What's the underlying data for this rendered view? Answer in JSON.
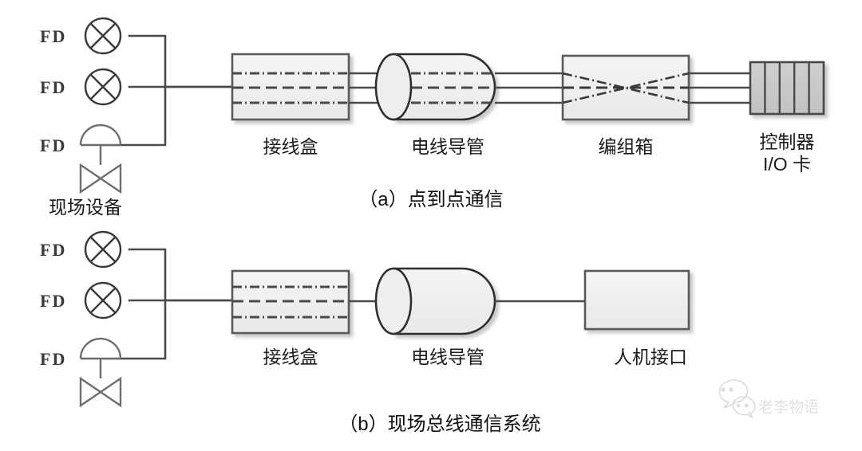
{
  "figure": {
    "background": "#ffffff",
    "line_color": "#4a4a4a",
    "box_fill": "#efefef",
    "box_stroke": "#5a5a5a",
    "iocard_fill": "#c9c9c9",
    "shadow_color": "#bfbfbf",
    "symbol_color": "#3a3a3a"
  },
  "panel_a": {
    "caption": "（a）点到点通信",
    "group_label": "现场设备",
    "devices": [
      {
        "tag": "FD",
        "symbol": "transmitter-circle-x-icon"
      },
      {
        "tag": "FD",
        "symbol": "transmitter-circle-x-icon"
      },
      {
        "tag": "FD",
        "symbol": "control-valve-icon"
      }
    ],
    "nodes": [
      {
        "name": "junction-box",
        "label": "接线盒",
        "style": "rect-3-signal-lines"
      },
      {
        "name": "conduit",
        "label": "电线导管",
        "style": "cylinder-3-signal-lines"
      },
      {
        "name": "marshalling-cabinet",
        "label": "编组箱",
        "style": "rect-crossed-lines"
      },
      {
        "name": "controller-io-card",
        "label_line1": "控制器",
        "label_line2": "I/O 卡",
        "style": "slotted-card"
      }
    ],
    "signal_count": 3
  },
  "panel_b": {
    "caption": "（b）现场总线通信系统",
    "devices": [
      {
        "tag": "FD",
        "symbol": "transmitter-circle-x-icon"
      },
      {
        "tag": "FD",
        "symbol": "transmitter-circle-x-icon"
      },
      {
        "tag": "FD",
        "symbol": "control-valve-icon"
      }
    ],
    "nodes": [
      {
        "name": "junction-box",
        "label": "接线盒",
        "style": "rect-3-signal-lines"
      },
      {
        "name": "conduit",
        "label": "电线导管",
        "style": "cylinder-plain"
      },
      {
        "name": "hmi",
        "label": "人机接口",
        "style": "plain-rect"
      }
    ],
    "signal_count": 1
  },
  "watermark": {
    "icon": "wechat-icon",
    "text": "老李物语"
  }
}
